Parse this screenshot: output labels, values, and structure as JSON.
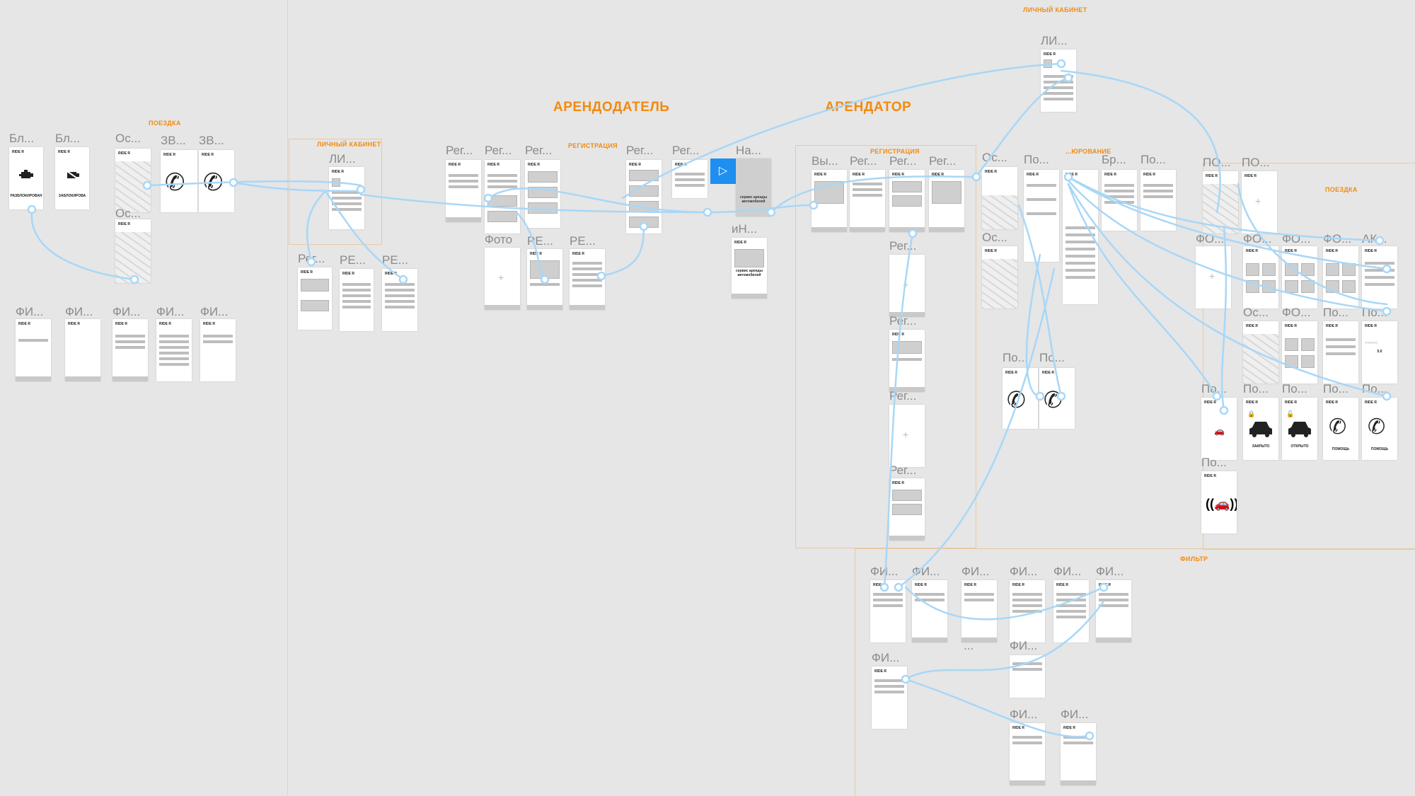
{
  "canvas": {
    "background": "#e6e6e6",
    "accent": "#f28a10",
    "link_color": "#a8d7f7"
  },
  "section_labels": {
    "poezdka": "ПОЕЗДКА",
    "lichnyi_kabinet_left": "ЛИЧНЫЙ КАБИНЕТ",
    "registratsiya_left": "РЕГИСТРАЦИЯ",
    "arendodatel": "АРЕНДОДАТЕЛЬ",
    "arendator": "АРЕНДАТОР",
    "registratsiya_right": "РЕГИСТРАЦИЯ",
    "lichnyi_kabinet_top": "ЛИЧНЫЙ КАБИНЕТ",
    "poezdka_right": "ПОЕЗДКА",
    "filtr": "ФИЛЬТР",
    "bronirovanie": "...ЮРОВАНИЕ"
  },
  "frame_titles": {
    "bl1": "Бл...",
    "bl2": "Бл...",
    "os1": "Ос...",
    "zv1": "ЗВ...",
    "zv2": "ЗВ...",
    "os2": "Ос...",
    "fi1": "ФИ...",
    "fi2": "ФИ...",
    "fi3": "ФИ...",
    "fi4": "ФИ...",
    "fi5": "ФИ...",
    "li_left": "ЛИ...",
    "reg_l1": "Рег...",
    "re_l2": "РЕ...",
    "re_l3": "РЕ...",
    "reg_a1": "Рег...",
    "reg_a2": "Рег...",
    "reg_a3": "Рег...",
    "foto": "Фото",
    "re_a4": "РЕ...",
    "re_a5": "РЕ...",
    "reg_b1": "Рег...",
    "reg_b2": "Рег...",
    "na": "На...",
    "in": "иН...",
    "vy": "Вы...",
    "reg_c1": "Рег...",
    "reg_c2": "Рег...",
    "reg_c3": "Рег...",
    "reg_d1": "Рег...",
    "reg_d2": "Рег...",
    "reg_d3": "Рег...",
    "reg_d4": "Рег...",
    "li_top": "ЛИ...",
    "os_r1": "Ос...",
    "po_r1": "По...",
    "br_r1": "Бр...",
    "po_r2": "По...",
    "os_r2": "Ос...",
    "po_call1": "По...",
    "po_call2": "По...",
    "po_m1": "ПО...",
    "po_m2": "ПО...",
    "fo1": "ФО...",
    "fo2": "ФО...",
    "fo3": "ФО...",
    "fo4": "ФО...",
    "ak": "АК...",
    "os_m": "Ос...",
    "fo5": "ФО...",
    "po_m3": "По...",
    "po_m4": "По...",
    "po_c1": "По...",
    "po_c2": "По...",
    "po_c3": "По...",
    "po_c4": "По...",
    "po_c5": "По...",
    "po_c6": "По...",
    "fi_b1": "ФИ...",
    "fi_b2": "ФИ...",
    "fi_b3": "ФИ...",
    "fi_b4": "ФИ...",
    "fi_b5": "ФИ...",
    "fi_b6": "ФИ...",
    "fi_b7": "ФИ...",
    "fi_b8": "ФИ...",
    "fi_b9": "ФИ...",
    "fi_b10": "ФИ...",
    "dots": "..."
  },
  "artboard_text": {
    "logo": "RIDE R",
    "unlocked": "РАЗБЛОКИРОВАН",
    "locked": "ЗАБЛОКИРОВА",
    "service": "сервис аренды автомобилей",
    "closed": "ЗАКРЫТО",
    "opened": "ОТКРЫТО",
    "help1": "ПОМОЩЬ",
    "help2": "ПОМОЩЬ",
    "rating": "5.0"
  },
  "icons": {
    "play": "play-icon",
    "engine": "engine-icon",
    "engine_off": "engine-off-icon",
    "phone": "phone-icon",
    "phone_arrow": "phone-forward-icon",
    "car": "car-icon",
    "lock": "lock-icon",
    "plus": "plus-icon",
    "signal": "car-signal-icon"
  }
}
